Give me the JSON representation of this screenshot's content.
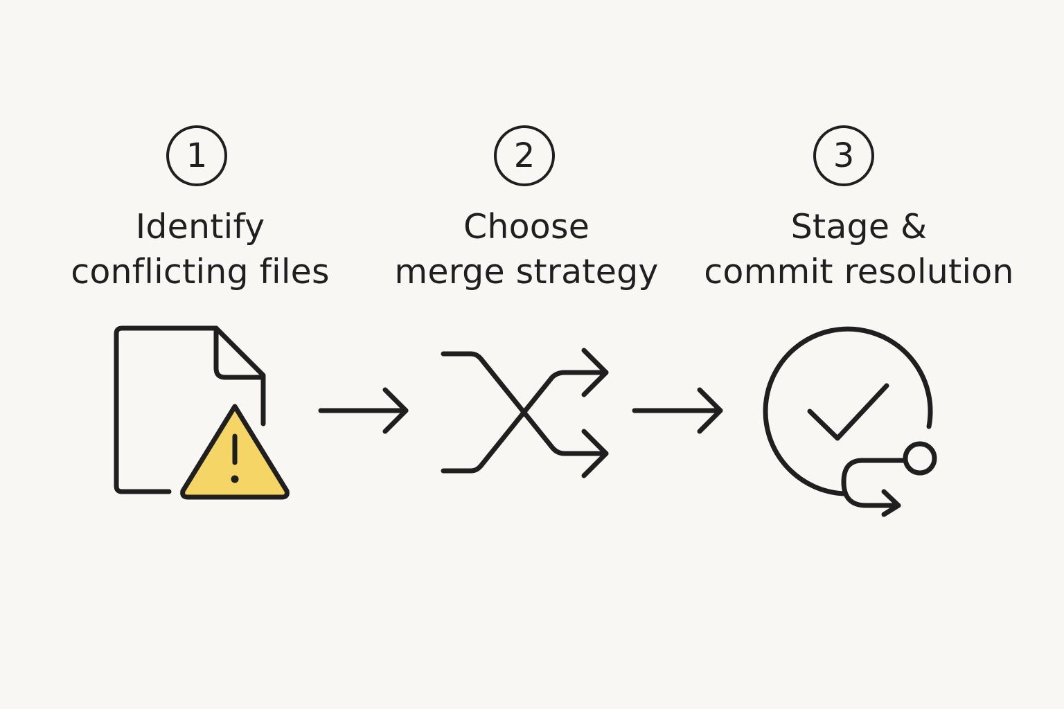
{
  "steps": [
    {
      "number": "1",
      "label_line1": "Identify",
      "label_line2": "conflicting files",
      "icon": "file-warning-icon"
    },
    {
      "number": "2",
      "label_line1": "Choose",
      "label_line2": "merge strategy",
      "icon": "shuffle-merge-icon"
    },
    {
      "number": "3",
      "label_line1": "Stage &",
      "label_line2": "commit resolution",
      "icon": "check-commit-icon"
    }
  ],
  "connectors": [
    "arrow-right-icon",
    "arrow-right-icon"
  ],
  "colors": {
    "background": "#f8f7f3",
    "stroke": "#1f1f1f",
    "warning_fill": "#f5d565"
  }
}
